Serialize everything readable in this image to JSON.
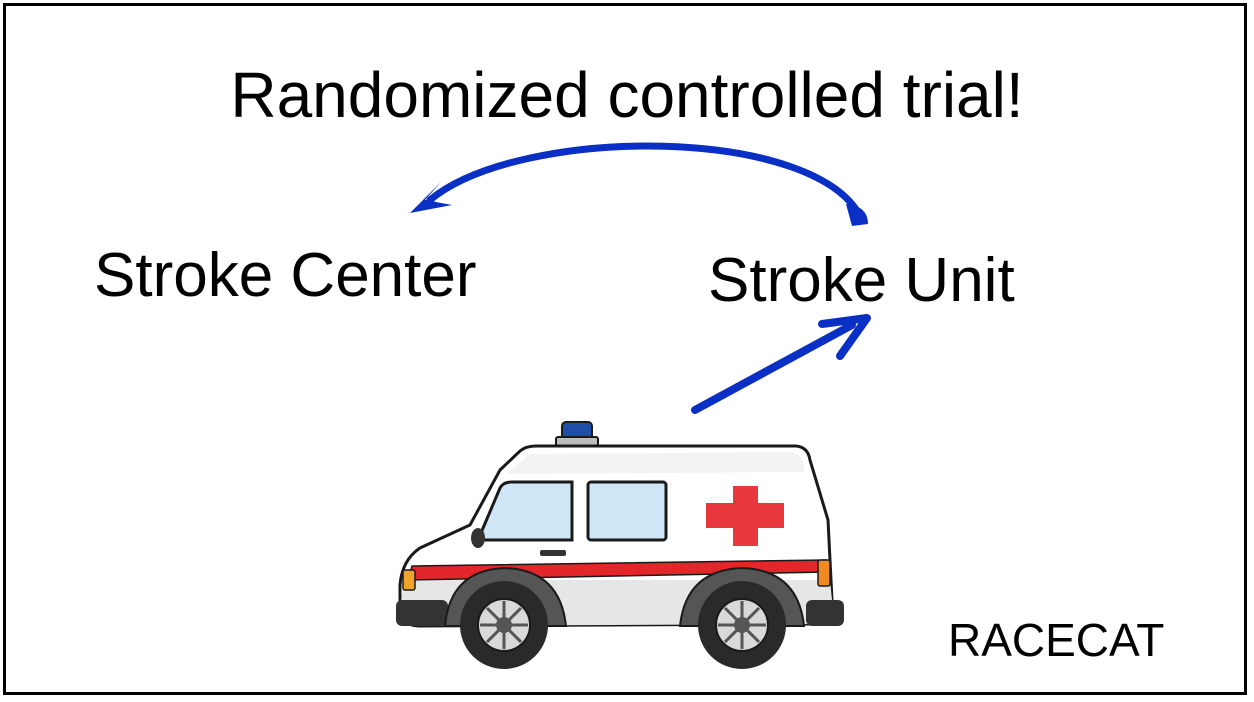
{
  "title": "Randomized controlled trial!",
  "nodes": {
    "stroke_center": "Stroke Center",
    "stroke_unit": "Stroke Unit"
  },
  "footer_label": "RACECAT",
  "colors": {
    "arrow": "#0a2fc4",
    "border": "#000000",
    "cross": "#e8383d",
    "stripe": "#e3262a",
    "beacon": "#1f4ea8",
    "window": "#cfe6f7"
  },
  "icons": {
    "vehicle": "ambulance-icon"
  }
}
